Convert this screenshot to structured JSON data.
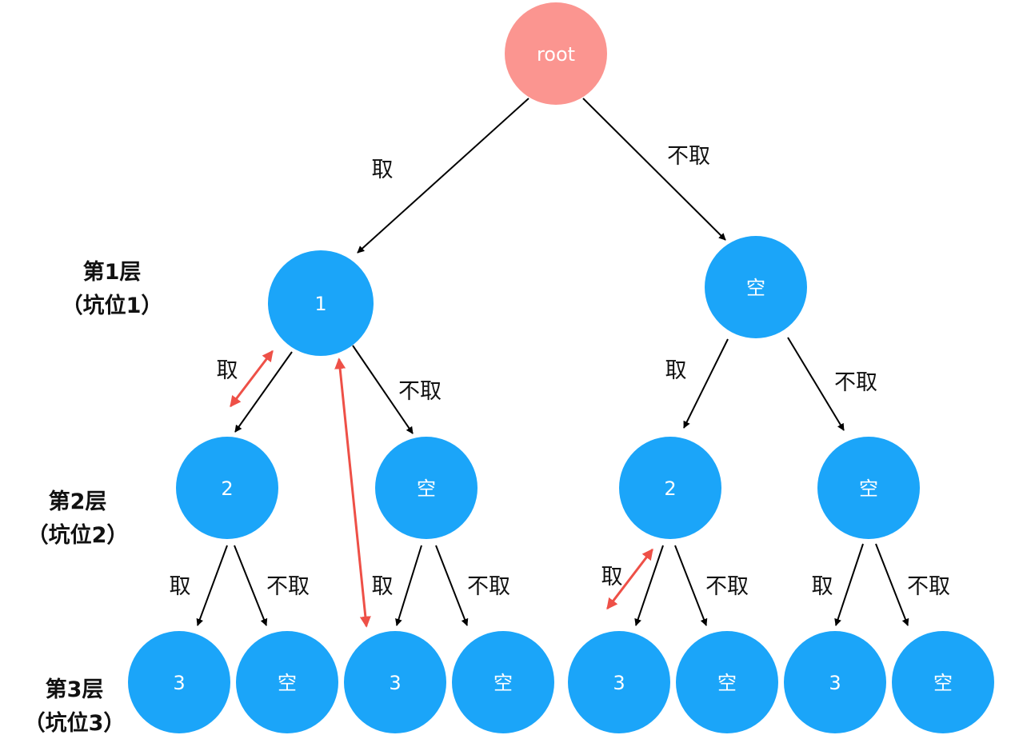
{
  "colors": {
    "root_fill": "#fb9590",
    "node_fill": "#1ba5f9",
    "node_text": "#ffffff",
    "edge": "#000000",
    "highlight": "#ee5047"
  },
  "nodes": {
    "root": "root",
    "n1": "1",
    "n_empty1": "空",
    "n2a": "2",
    "n_empty2a": "空",
    "n2b": "2",
    "n_empty2b": "空",
    "n3a": "3",
    "n_empty3a": "空",
    "n3b": "3",
    "n_empty3b": "空",
    "n3c": "3",
    "n_empty3c": "空",
    "n3d": "3",
    "n_empty3d": "空"
  },
  "edges": {
    "take": "取",
    "not_take": "不取"
  },
  "levels": {
    "l1_title": "第1层",
    "l1_sub": "（坑位1）",
    "l2_title": "第2层",
    "l2_sub": "（坑位2）",
    "l3_title": "第3层",
    "l3_sub": "（坑位3）"
  }
}
